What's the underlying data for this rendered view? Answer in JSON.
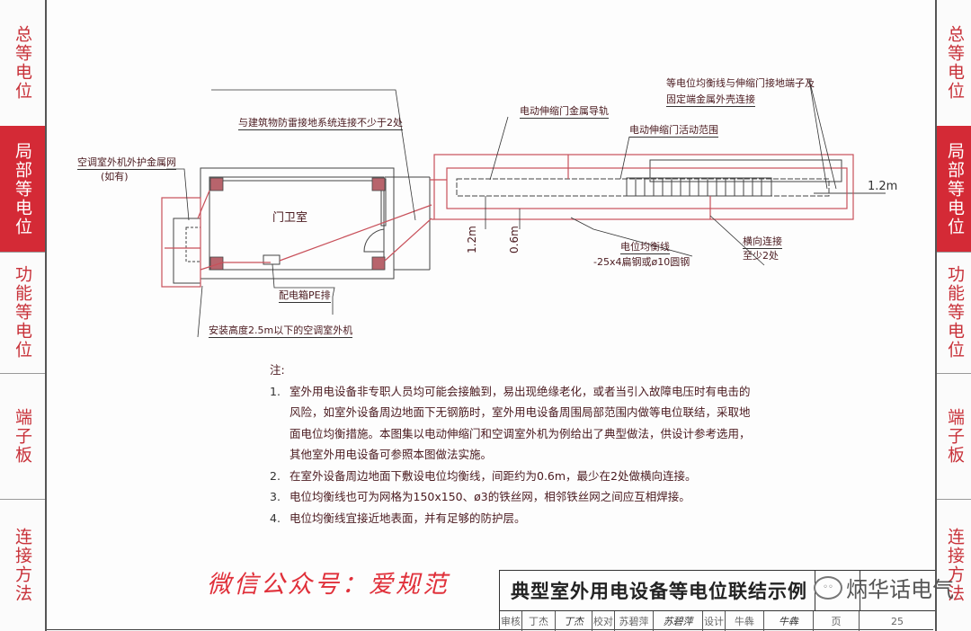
{
  "left_tabs": [
    {
      "label": "总等电位",
      "active": false
    },
    {
      "label": "局部等电位",
      "active": true
    },
    {
      "label": "功能等电位",
      "active": false
    },
    {
      "label": "端子板",
      "active": false
    },
    {
      "label": "连接方法",
      "active": false
    }
  ],
  "right_tabs": [
    {
      "label": "总等电位",
      "active": false
    },
    {
      "label": "局部等电位",
      "active": true
    },
    {
      "label": "功能等电位",
      "active": false
    },
    {
      "label": "端子板",
      "active": false
    },
    {
      "label": "连接方法",
      "active": false
    }
  ],
  "drawing": {
    "room_label": "门卫室",
    "ac_mesh_label": "空调室外机外护金属网",
    "ac_mesh_note": "(如有)",
    "lightning_label": "与建筑物防雷接地系统连接不少于2处",
    "pe_label": "配电箱PE排",
    "ac_unit_label": "安装高度2.5m以下的空调室外机",
    "rail_label": "电动伸缩门金属导轨",
    "range_label": "电动伸缩门活动范围",
    "terminal_label_1": "等电位均衡线与伸缩门接地端子及",
    "terminal_label_2": "固定端金属外壳连接",
    "dim_1_2m_a": "1.2m",
    "dim_0_6m": "0.6m",
    "dim_1_2m_b": "1.2m",
    "equalizing_label_1": "电位均衡线",
    "equalizing_label_2": "-25x4扁钢或ø10圆钢",
    "cross_label_1": "横向连接",
    "cross_label_2": "至少2处"
  },
  "notes": {
    "heading": "注:",
    "items": [
      {
        "num": "1.",
        "text": "室外用电设备非专职人员均可能会接触到，易出现绝缘老化，或者当引入故障电压时有电击的风险，如室外设备周边地面下无钢筋时，室外用电设备周围局部范围内做等电位联结，采取地面电位均衡措施。本图集以电动伸缩门和空调室外机为例给出了典型做法，供设计参考选用，其他室外用电设备可参照本图做法实施。"
      },
      {
        "num": "2.",
        "text": "在室外设备周边地面下敷设电位均衡线，间距约为0.6m，最少在2处做横向连接。"
      },
      {
        "num": "3.",
        "text": "电位均衡线也可为网格为150x150、ø3的铁丝网，相邻铁丝网之间应互相焊接。"
      },
      {
        "num": "4.",
        "text": "电位均衡线宜接近地表面，并有足够的防护层。"
      }
    ]
  },
  "watermark_left": "微信公众号：爱规范",
  "watermark_right": "炳华话电气",
  "title_block": {
    "title": "典型室外用电设备等电位联结示例",
    "cells": [
      "审核",
      "丁杰",
      "丁杰",
      "校对",
      "苏碧萍",
      "苏碧萍",
      "设计",
      "牛犇",
      "牛犇",
      "页",
      "25"
    ]
  },
  "colors": {
    "accent": "#d42a36",
    "red_line": "#c8505a",
    "ink": "#333333"
  }
}
